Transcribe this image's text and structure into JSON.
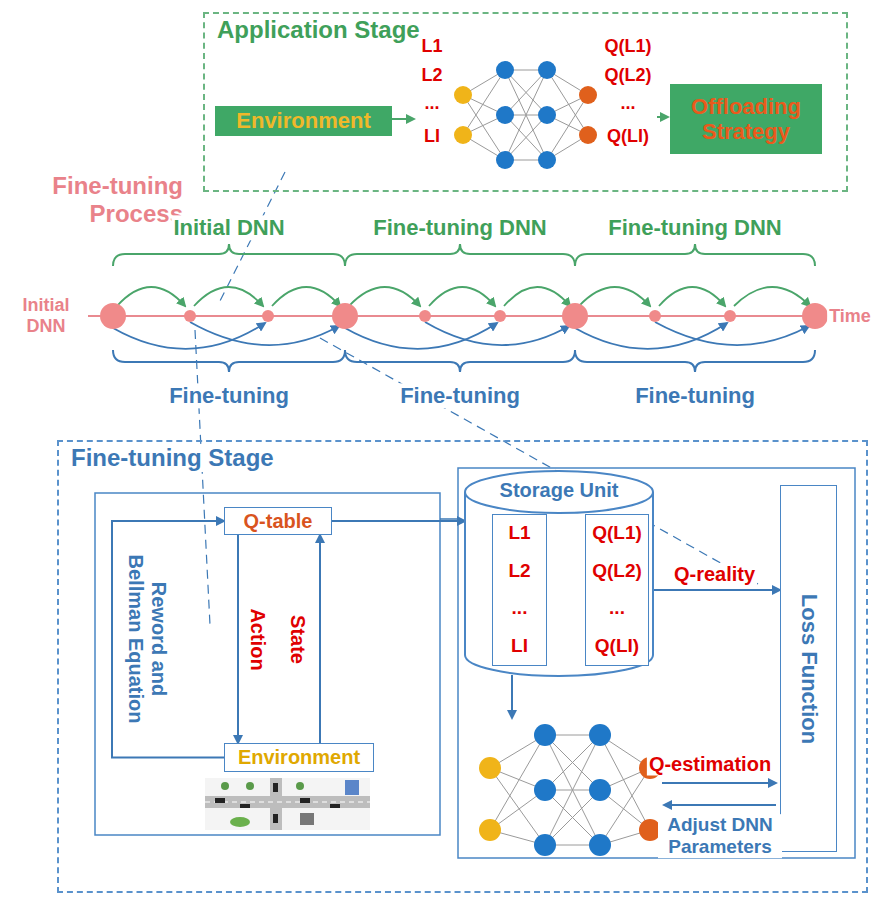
{
  "diagram": {
    "nodes": [
      {
        "text": [
          "Application Stage"
        ]
      },
      {
        "text": [
          "Environment"
        ],
        "in": 0
      },
      {
        "text": [
          "Offloading Strategy"
        ],
        "in": 0
      },
      {
        "text": [
          "Fine-tuning Stage"
        ]
      },
      {
        "text": [
          "Q-table"
        ],
        "in": 3
      },
      {
        "text": [
          "Environment"
        ],
        "in": 3
      },
      {
        "text": [
          "Storage Unit"
        ],
        "in": 3
      },
      {
        "text": [
          "L1",
          "L2",
          "...",
          "LI"
        ],
        "in": 6
      },
      {
        "text": [
          "Q(L1)",
          "Q(L2)",
          "...",
          "Q(LI)"
        ],
        "in": 6
      },
      {
        "text": [
          "Loss Function"
        ],
        "in": 3
      }
    ],
    "edges": [
      {
        "from": 4,
        "to": 5,
        "label": "Action",
        "arrow": "to"
      },
      {
        "from": 5,
        "to": 4,
        "label": "State",
        "arrow": "to"
      },
      {
        "from": 5,
        "to": 4,
        "label": "Reword and Bellman Equation",
        "arrow": "to"
      },
      {
        "from": 4,
        "to": 6,
        "arrow": "to"
      },
      {
        "from": 8,
        "to": 9,
        "label": "Q-reality",
        "arrow": "to"
      }
    ],
    "labels": [
      "Fine-tuning Process",
      "Initial DNN",
      "Time",
      "Initial DNN",
      "Fine-tuning DNN",
      "Fine-tuning DNN",
      "Fine-tuning",
      "Fine-tuning",
      "Fine-tuning",
      "L1",
      "L2",
      "...",
      "LI",
      "Q(L1)",
      "Q(L2)",
      "...",
      "Q(LI)",
      "Q-estimation",
      "Adjust DNN Parameters"
    ]
  }
}
